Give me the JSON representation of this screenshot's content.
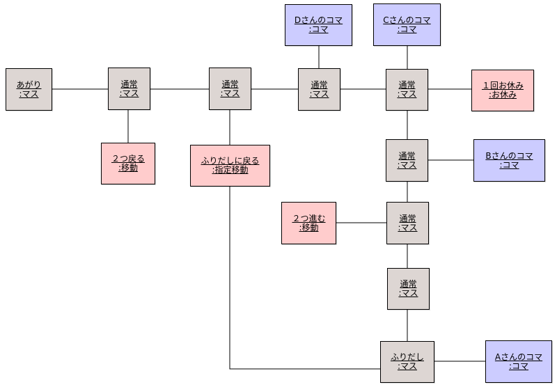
{
  "diagram": {
    "colors": {
      "masu": "#ddd6d3",
      "move": "#ffcccc",
      "koma": "#ccccff",
      "line": "#000000"
    },
    "nodes": {
      "agari": {
        "name": "あがり",
        "type": ":マス"
      },
      "tsujo1": {
        "name": "通常",
        "type": ":マス"
      },
      "tsujo2": {
        "name": "通常",
        "type": ":マス"
      },
      "tsujo3": {
        "name": "通常",
        "type": ":マス"
      },
      "tsujo4": {
        "name": "通常",
        "type": ":マス"
      },
      "tsujo5": {
        "name": "通常",
        "type": ":マス"
      },
      "tsujo6": {
        "name": "通常",
        "type": ":マス"
      },
      "tsujo7": {
        "name": "通常",
        "type": ":マス"
      },
      "furidashi": {
        "name": "ふりだし",
        "type": ":マス"
      },
      "back2": {
        "name": "２つ戻る",
        "type": ":移動"
      },
      "back_start": {
        "name": "ふりだしに戻る",
        "type": ":指定移動"
      },
      "forward2": {
        "name": "２つ進む",
        "type": ":移動"
      },
      "rest": {
        "name": "１回お休み",
        "type": ":お休み"
      },
      "komaA": {
        "name": "Aさんのコマ",
        "type": ":コマ"
      },
      "komaB": {
        "name": "Bさんのコマ",
        "type": ":コマ"
      },
      "komaC": {
        "name": "Cさんのコマ",
        "type": ":コマ"
      },
      "komaD": {
        "name": "Dさんのコマ",
        "type": ":コマ"
      }
    }
  }
}
